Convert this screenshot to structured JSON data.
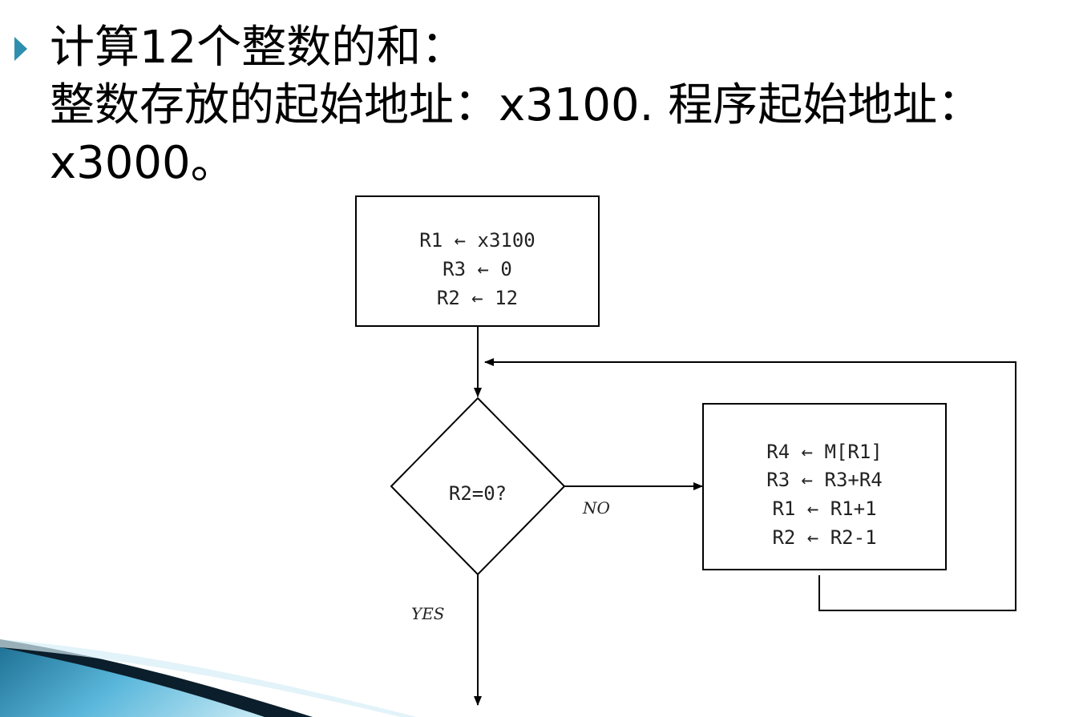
{
  "heading": {
    "line1": "计算12个整数的和：",
    "line2": "整数存放的起始地址：x3100. 程序起始地址：",
    "line3": "x3000。"
  },
  "flowchart": {
    "init_box": [
      "R1 ← x3100",
      "R3 ← 0",
      "R2 ← 12"
    ],
    "decision": "R2=0?",
    "loop_box": [
      "R4 ← M[R1]",
      "R3 ← R3+R4",
      "R1 ← R1+1",
      "R2 ← R2-1"
    ],
    "no_label": "NO",
    "yes_label": "YES"
  },
  "colors": {
    "bullet": "#2f8fae",
    "accent_dark": "#0d3b55",
    "accent_light": "#8fd0e8"
  }
}
